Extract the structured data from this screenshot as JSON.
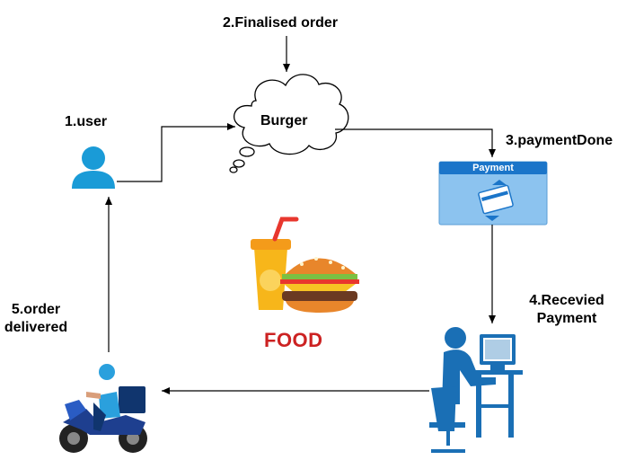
{
  "labels": {
    "user": "1.user",
    "finalised_order": "2.Finalised order",
    "payment_done": "3.paymentDone",
    "received_payment_line1": "4.Recevied",
    "received_payment_line2": "Payment",
    "order_delivered_line1": "5.order",
    "order_delivered_line2": "delivered"
  },
  "cloud": {
    "text": "Burger"
  },
  "payment_card": {
    "header": "Payment"
  },
  "food": {
    "text": "FOOD"
  },
  "colors": {
    "user_icon": "#1a9bd7",
    "payment_header": "#1b75c9",
    "payment_body": "#8cc3ef",
    "food_text": "#cc2222",
    "arrow": "#000000"
  }
}
